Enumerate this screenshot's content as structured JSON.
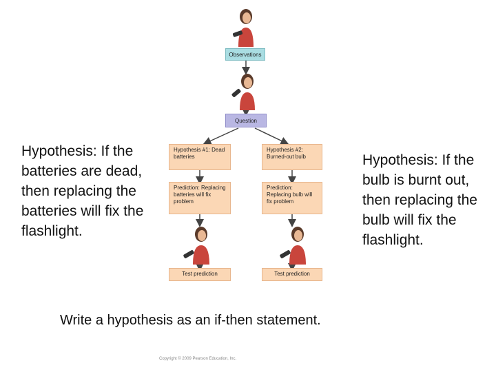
{
  "left_hypothesis": "Hypothesis:  If the batteries are dead, then replacing the batteries will fix the flashlight.",
  "right_hypothesis": "Hypothesis:  If the bulb is burnt out, then replacing the bulb will fix the flashlight.",
  "flow": {
    "observations": "Observations",
    "question": "Question",
    "hyp1": "Hypothesis #1: Dead batteries",
    "hyp2": "Hypothesis #2: Burned-out bulb",
    "pred1": "Prediction: Replacing batteries will fix problem",
    "pred2": "Prediction: Replacing bulb will fix problem",
    "test1": "Test prediction",
    "test2": "Test prediction"
  },
  "footer": "Write a hypothesis as an if-then statement.",
  "copyright": "Copyright © 2009 Pearson Education, Inc.",
  "colors": {
    "observations_box": "#a9dde2",
    "question_box": "#b9b7e3",
    "hypothesis_box": "#fbd7b5",
    "arrow": "#444444"
  }
}
